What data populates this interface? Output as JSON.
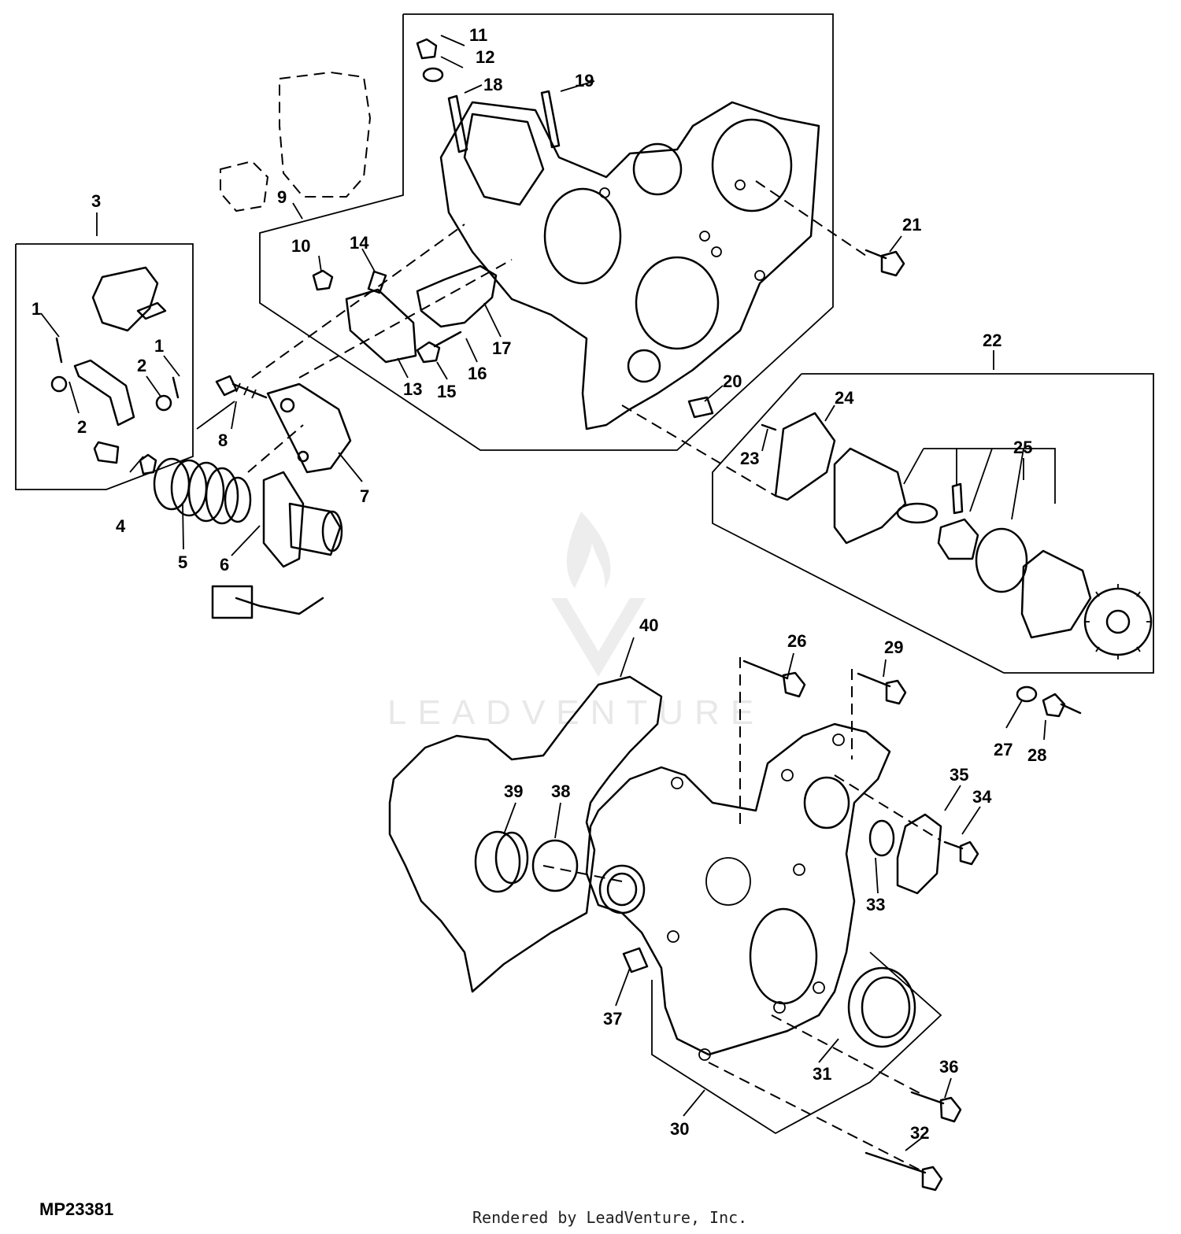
{
  "diagram_code": "MP23381",
  "credit": "Rendered by LeadVenture, Inc.",
  "watermark": "LEADVENTURE",
  "callouts": [
    "1",
    "1",
    "2",
    "2",
    "3",
    "4",
    "5",
    "6",
    "7",
    "8",
    "9",
    "10",
    "11",
    "12",
    "13",
    "14",
    "15",
    "16",
    "17",
    "18",
    "19",
    "20",
    "21",
    "22",
    "23",
    "24",
    "25",
    "26",
    "27",
    "28",
    "29",
    "30",
    "31",
    "32",
    "33",
    "34",
    "35",
    "36",
    "37",
    "38",
    "39",
    "40"
  ]
}
